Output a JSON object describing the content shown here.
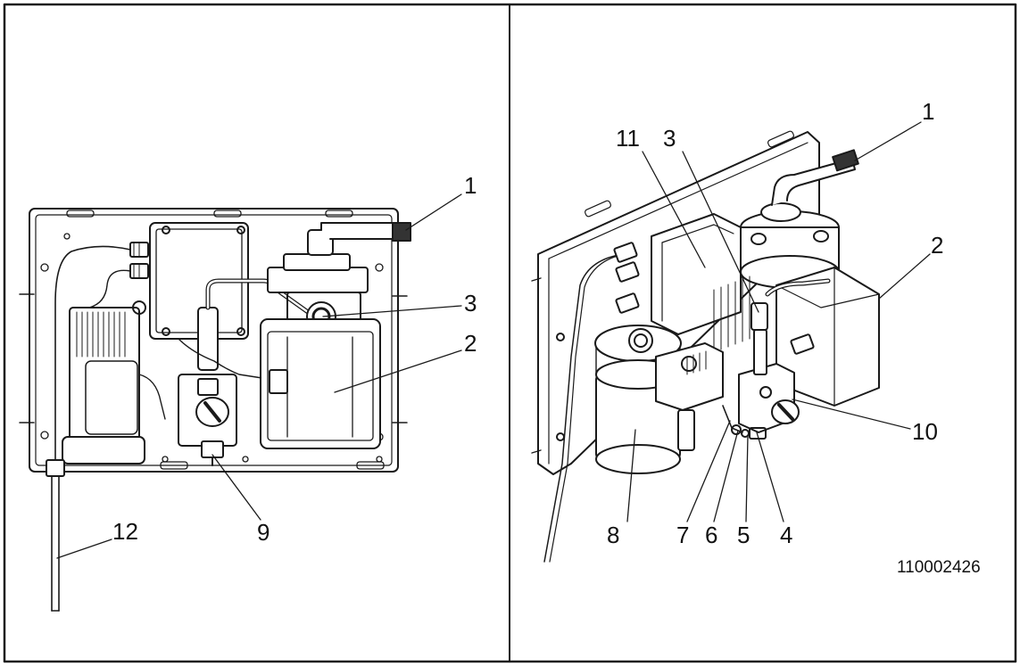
{
  "document_number": "110002426",
  "left_view": {
    "callouts": [
      {
        "id": "l1",
        "label": "1"
      },
      {
        "id": "l3",
        "label": "3"
      },
      {
        "id": "l2",
        "label": "2"
      },
      {
        "id": "l12",
        "label": "12"
      },
      {
        "id": "l9",
        "label": "9"
      }
    ]
  },
  "right_view": {
    "callouts": [
      {
        "id": "r1",
        "label": "1"
      },
      {
        "id": "r11",
        "label": "11"
      },
      {
        "id": "r3",
        "label": "3"
      },
      {
        "id": "r2",
        "label": "2"
      },
      {
        "id": "r10",
        "label": "10"
      },
      {
        "id": "r8",
        "label": "8"
      },
      {
        "id": "r7",
        "label": "7"
      },
      {
        "id": "r6",
        "label": "6"
      },
      {
        "id": "r5",
        "label": "5"
      },
      {
        "id": "r4",
        "label": "4"
      }
    ]
  }
}
